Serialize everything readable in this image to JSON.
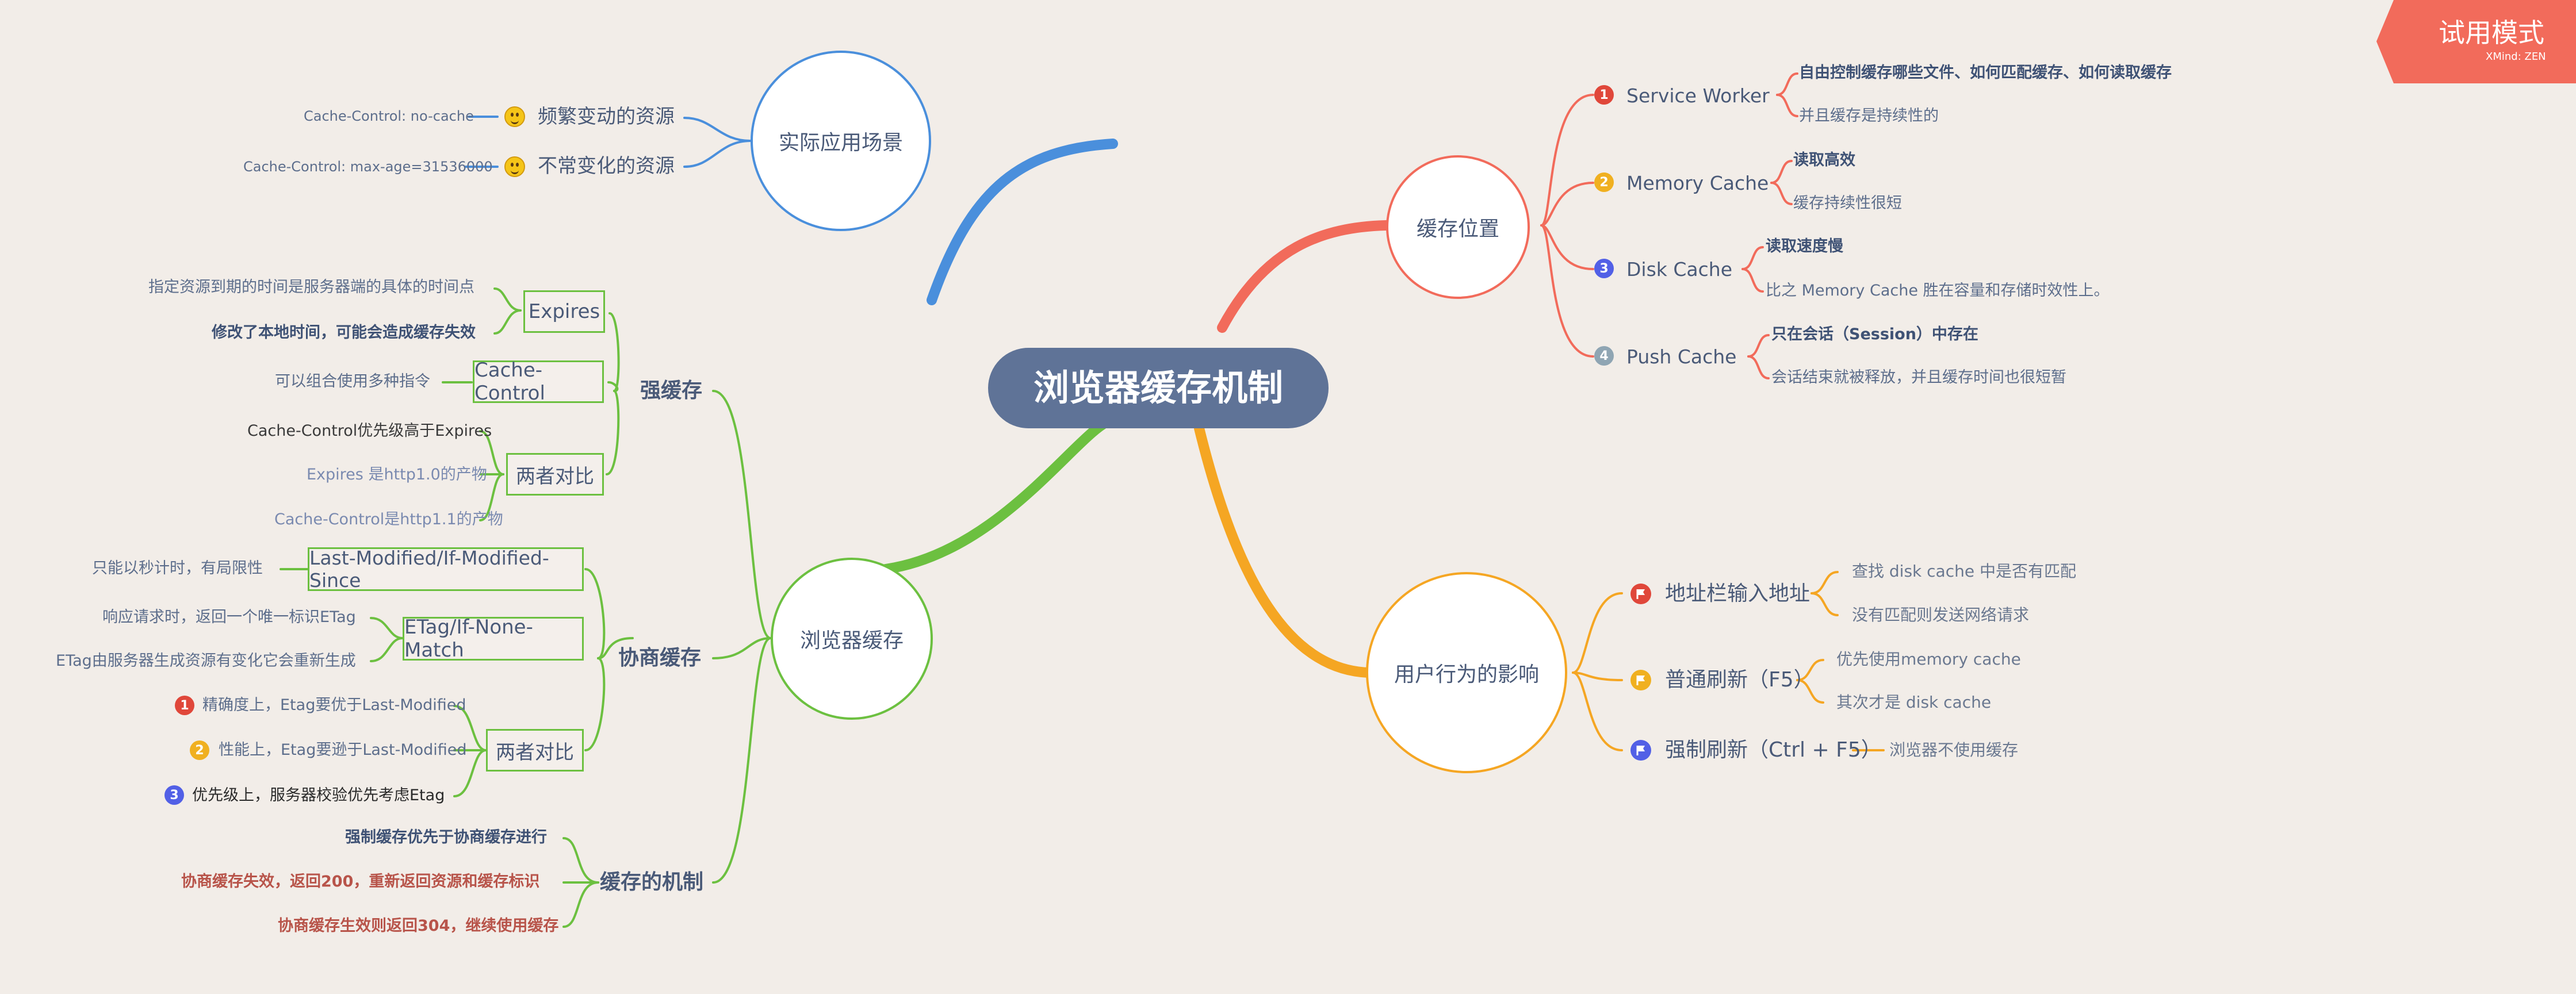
{
  "center": {
    "title": "浏览器缓存机制"
  },
  "trial": {
    "label": "试用模式",
    "brand": "XMind: ZEN"
  },
  "scenarios": {
    "title": "实际应用场景",
    "items": [
      {
        "label": "频繁变动的资源",
        "detail": "Cache-Control: no-cache"
      },
      {
        "label": "不常变化的资源",
        "detail": "Cache-Control: max-age=31536000"
      }
    ]
  },
  "browser_cache": {
    "title": "浏览器缓存",
    "strong": {
      "title": "强缓存",
      "expires": {
        "label": "Expires",
        "notes": [
          "指定资源到期的时间是服务器端的具体的时间点",
          "修改了本地时间，可能会造成缓存失效"
        ]
      },
      "cache_control": {
        "label": "Cache-Control",
        "note": "可以组合使用多种指令"
      },
      "compare": {
        "label": "两者对比",
        "notes": [
          "Cache-Control优先级高于Expires",
          "Expires 是http1.0的产物",
          "Cache-Control是http1.1的产物"
        ]
      }
    },
    "negotiate": {
      "title": "协商缓存",
      "last_modified": {
        "label": "Last-Modified/If-Modified-Since",
        "note": "只能以秒计时，有局限性"
      },
      "etag": {
        "label": "ETag/If-None-Match",
        "notes": [
          "响应请求时，返回一个唯一标识ETag",
          "ETag由服务器生成资源有变化它会重新生成"
        ]
      },
      "compare": {
        "label": "两者对比",
        "notes": [
          "精确度上，Etag要优于Last-Modified",
          "性能上，Etag要逊于Last-Modified",
          "优先级上，服务器校验优先考虑Etag"
        ]
      }
    },
    "mechanism": {
      "title": "缓存的机制",
      "notes": [
        "强制缓存优先于协商缓存进行",
        "协商缓存失效，返回200，重新返回资源和缓存标识",
        "协商缓存生效则返回304，继续使用缓存"
      ]
    }
  },
  "location": {
    "title": "缓存位置",
    "items": [
      {
        "num": "1",
        "label": "Service Worker",
        "notes": [
          "自由控制缓存哪些文件、如何匹配缓存、如何读取缓存",
          "并且缓存是持续性的"
        ]
      },
      {
        "num": "2",
        "label": "Memory Cache",
        "notes": [
          "读取高效",
          "缓存持续性很短"
        ]
      },
      {
        "num": "3",
        "label": "Disk Cache",
        "notes": [
          "读取速度慢",
          "比之 Memory Cache 胜在容量和存储时效性上。"
        ]
      },
      {
        "num": "4",
        "label": "Push Cache",
        "notes": [
          "只在会话（Session）中存在",
          "会话结束就被释放，并且缓存时间也很短暂"
        ]
      }
    ]
  },
  "user": {
    "title": "用户行为的影响",
    "items": [
      {
        "label": "地址栏输入地址",
        "notes": [
          "查找 disk cache 中是否有匹配",
          "没有匹配则发送网络请求"
        ]
      },
      {
        "label": "普通刷新（F5）",
        "notes": [
          "优先使用memory cache",
          "其次才是 disk cache"
        ]
      },
      {
        "label": "强制刷新（Ctrl + F5）",
        "notes": [
          "浏览器不使用缓存"
        ]
      }
    ]
  },
  "colors": {
    "blue": "#4a8fdc",
    "green": "#6cc040",
    "red": "#f26b5b",
    "orange": "#f5a623",
    "center_bg": "#5f7397",
    "badge_red": "#e0473a",
    "badge_yellow": "#f0b020",
    "badge_blue": "#5260e6",
    "badge_grey": "#8fa5b3"
  },
  "icons": [
    "smile-emoji-icon",
    "flag-icon",
    "number-badge-icon"
  ]
}
